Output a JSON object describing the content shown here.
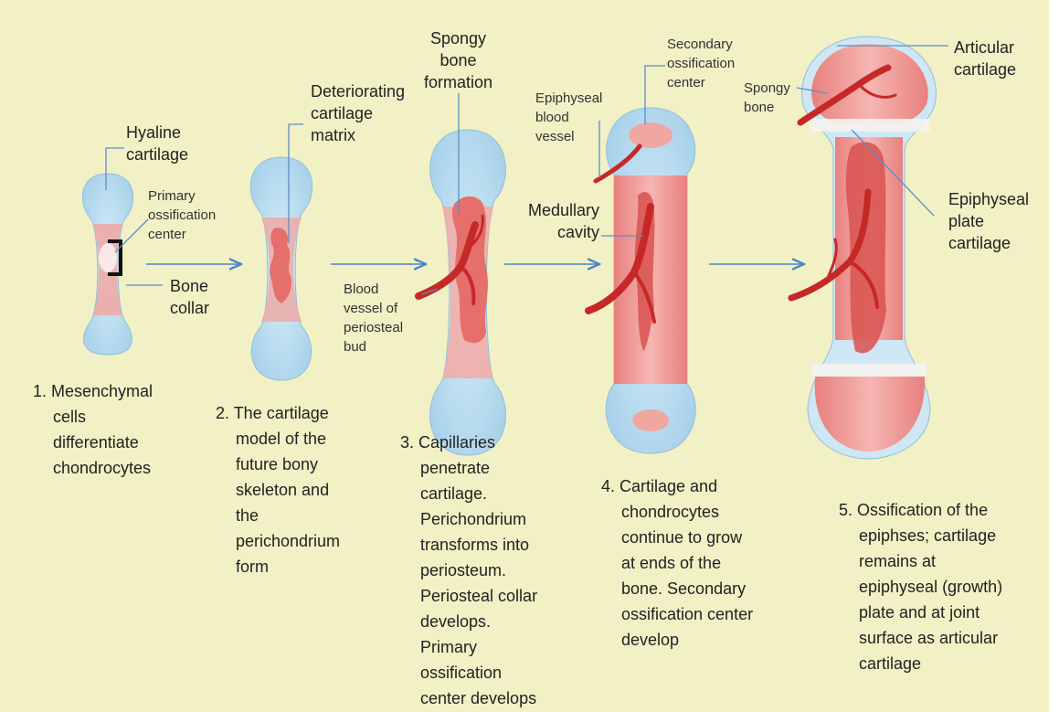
{
  "labels": {
    "hyaline_cartilage": "Hyaline\ncartilage",
    "primary_ossification_center": "Primary\nossification\ncenter",
    "bone_collar": "Bone\ncollar",
    "deteriorating_cartilage_matrix": "Deteriorating\ncartilage\nmatrix",
    "spongy_bone_formation": "Spongy\nbone\nformation",
    "blood_vessel_periosteal_bud": "Blood\nvessel of\nperiosteal\nbud",
    "epiphyseal_blood_vessel": "Epiphyseal\nblood\nvessel",
    "secondary_ossification_center": "Secondary\nossification\ncenter",
    "medullary_cavity": "Medullary\ncavity",
    "spongy_bone": "Spongy\nbone",
    "articular_cartilage": "Articular\ncartilage",
    "epiphyseal_plate_cartilage": "Epiphyseal\nplate\ncartilage"
  },
  "steps": [
    "1. Mesenchymal\ncells\ndifferentiate\nchondrocytes",
    "2. The cartilage\nmodel of the\nfuture bony\nskeleton and\nthe\nperichondrium\nform",
    "3. Capillaries\npenetrate\ncartilage.\nPerichondrium\ntransforms into\nperiosteum.\nPeriosteal collar\ndevelops.\nPrimary\nossification\ncenter develops",
    "4. Cartilage and\nchondrocytes\ncontinue to grow\nat ends of the\nbone. Secondary\nossification center\ndevelop",
    "5. Ossification of the\nepiphses; cartilage\nremains at\nepiphyseal (growth)\nplate and at joint\nsurface as articular\ncartilage"
  ],
  "colors": {
    "background": "#f2f0c5",
    "cartilage": "#b9dcee",
    "bone": "#ef9d9a",
    "blood_vessel": "#c62828",
    "arrow": "#4a86c5",
    "leader": "#5b8fc6"
  }
}
